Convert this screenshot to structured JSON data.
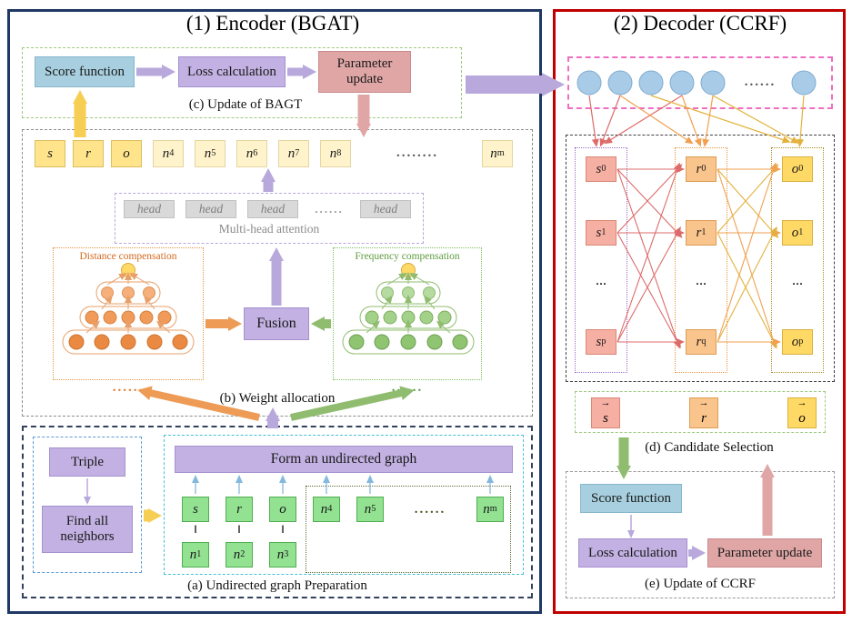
{
  "palette": {
    "encoder_border": "#1F3864",
    "decoder_border": "#C00000",
    "score_blue": "#A7CFDF",
    "module_purple": "#C2B1E2",
    "update_pink": "#E0A6A6",
    "token_yellow": "#FFE48C",
    "token_pale_yellow": "#FFF3CC",
    "token_green": "#92E292",
    "distance_orange": "#ED9B55",
    "frequency_green": "#8FBC6F",
    "circle_blue": "#A8CCE8",
    "s_box": "#F5AFA3",
    "r_box": "#FAC48D",
    "o_box": "#FFD966"
  },
  "encoder": {
    "title": "(1) Encoder (BGAT)",
    "update": {
      "score": "Score function",
      "loss": "Loss calculation",
      "param": "Parameter update",
      "caption": "(c) Update of BAGT"
    },
    "tokens": [
      {
        "b": "s"
      },
      {
        "b": "r"
      },
      {
        "b": "o"
      },
      {
        "b": "n",
        "s": "4"
      },
      {
        "b": "n",
        "s": "5"
      },
      {
        "b": "n",
        "s": "6"
      },
      {
        "b": "n",
        "s": "7"
      },
      {
        "b": "n",
        "s": "8"
      },
      {
        "b": "n",
        "s": "m"
      }
    ],
    "token_dots": "........",
    "attention": {
      "head": "head",
      "dots": "......",
      "label": "Multi-head attention"
    },
    "distance": {
      "label": "Distance compensation",
      "dots": "......"
    },
    "frequency": {
      "label": "Frequency compensation",
      "dots": "......"
    },
    "fusion": "Fusion",
    "weight_caption": "(b) Weight allocation",
    "prep": {
      "triple": "Triple",
      "find": "Find all neighbors",
      "form": "Form an undirected graph",
      "sro": [
        {
          "b": "s"
        },
        {
          "b": "r"
        },
        {
          "b": "o"
        }
      ],
      "parallel": "‖",
      "n123": [
        {
          "b": "n",
          "s": "1"
        },
        {
          "b": "n",
          "s": "2"
        },
        {
          "b": "n",
          "s": "3"
        }
      ],
      "nrest": [
        {
          "b": "n",
          "s": "4"
        },
        {
          "b": "n",
          "s": "5"
        }
      ],
      "nrest_dots": "......",
      "nm": {
        "b": "n",
        "s": "m"
      },
      "caption": "(a) Undirected graph Preparation"
    }
  },
  "decoder": {
    "title": "(2) Decoder (CCRF)",
    "circle_dots": "......",
    "s_rows": [
      {
        "b": "s",
        "s": "0"
      },
      {
        "b": "s",
        "s": "1"
      },
      {
        "b": "s",
        "s": "p"
      }
    ],
    "r_rows": [
      {
        "b": "r",
        "s": "0"
      },
      {
        "b": "r",
        "s": "1"
      },
      {
        "b": "r",
        "s": "q"
      }
    ],
    "o_rows": [
      {
        "b": "o",
        "s": "0"
      },
      {
        "b": "o",
        "s": "1"
      },
      {
        "b": "o",
        "s": "p"
      }
    ],
    "col_dots": "...",
    "vecs": [
      {
        "arrow": "→",
        "b": "s"
      },
      {
        "arrow": "→",
        "b": "r"
      },
      {
        "arrow": "→",
        "b": "o"
      }
    ],
    "candidate_caption": "(d) Candidate Selection",
    "update": {
      "score": "Score function",
      "loss": "Loss calculation",
      "param": "Parameter update",
      "caption": "(e) Update of CCRF"
    }
  }
}
